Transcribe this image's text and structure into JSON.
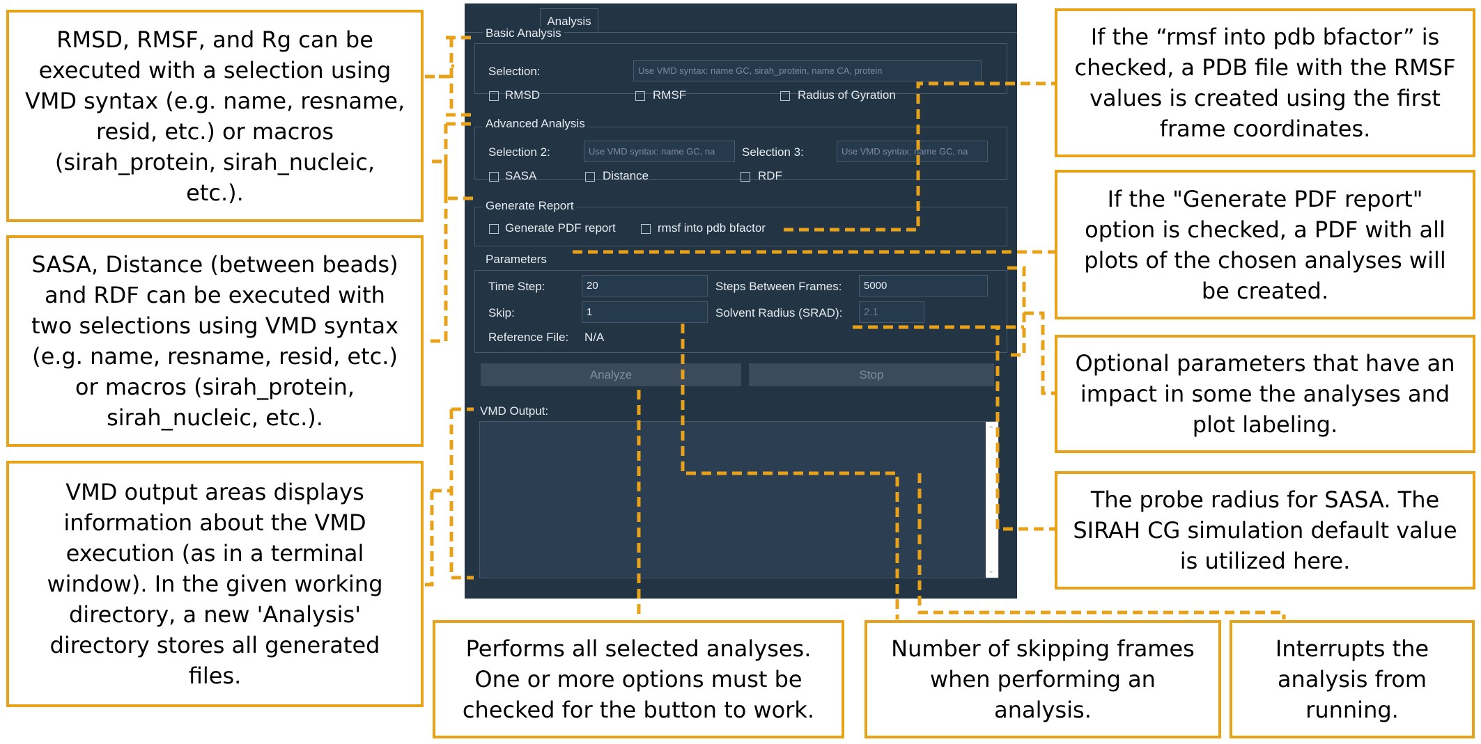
{
  "app": {
    "tab_label": "Analysis",
    "basic": {
      "title": "Basic Analysis",
      "selection_label": "Selection:",
      "selection_placeholder": "Use VMD syntax: name GC, sirah_protein, name CA, protein",
      "rmsd": "RMSD",
      "rmsf": "RMSF",
      "rg": "Radius of Gyration"
    },
    "advanced": {
      "title": "Advanced Analysis",
      "selection2_label": "Selection 2:",
      "selection2_placeholder": "Use VMD syntax: name GC, na",
      "selection3_label": "Selection 3:",
      "selection3_placeholder": "Use VMD syntax: name GC, na",
      "sasa": "SASA",
      "distance": "Distance",
      "rdf": "RDF"
    },
    "report": {
      "title": "Generate Report",
      "pdf": "Generate PDF report",
      "bfactor": "rmsf into pdb bfactor"
    },
    "params": {
      "title": "Parameters",
      "time_step_label": "Time Step:",
      "time_step_value": "20",
      "steps_label": "Steps Between Frames:",
      "steps_value": "5000",
      "skip_label": "Skip:",
      "skip_value": "1",
      "srad_label": "Solvent Radius (SRAD):",
      "srad_value": "2.1",
      "ref_label": "Reference File:",
      "ref_value": "N/A"
    },
    "analyze_button": "Analyze",
    "stop_button": "Stop",
    "output_label": "VMD Output:"
  },
  "callouts": {
    "rmsd": "RMSD, RMSF, and Rg can be executed with a selection using VMD syntax (e.g. name, resname, resid, etc.) or macros (sirah_protein, sirah_nucleic, etc.).",
    "sasa": "SASA, Distance (between beads) and RDF can be executed with two selections using VMD syntax (e.g. name, resname, resid, etc.) or macros (sirah_protein, sirah_nucleic, etc.).",
    "vmd": "VMD output areas displays information about the VMD execution (as in a terminal window). In the given working directory, a new 'Analysis' directory stores all generated files.",
    "analyze": "Performs all selected analyses. One or more options must be checked for the button to work.",
    "skip": "Number of skipping frames when performing an analysis.",
    "stop": "Interrupts the analysis from running.",
    "bfactor": "If the “rmsf into pdb bfactor” is checked, a PDB file with the RMSF values is created using the first frame coordinates.",
    "pdf": "If the \"Generate PDF report\" option is checked, a PDF with all plots of the chosen analyses will be created.",
    "params": "Optional parameters that have an impact in some the analyses and plot labeling.",
    "srad": "The probe radius for SASA.  The SIRAH CG simulation default value is utilized here."
  },
  "colors": {
    "panel_bg": "#233445",
    "callout_border": "#e8a21a"
  }
}
